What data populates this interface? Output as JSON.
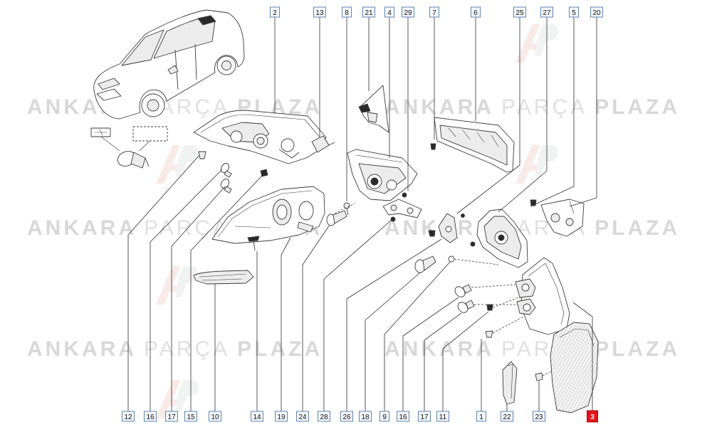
{
  "diagram": {
    "top_callouts": [
      "2",
      "13",
      "8",
      "21",
      "4",
      "29",
      "7",
      "6",
      "25",
      "27",
      "5",
      "20"
    ],
    "bottom_callouts": [
      "12",
      "16",
      "17",
      "15",
      "10",
      "14",
      "19",
      "24",
      "28",
      "26",
      "18",
      "9",
      "16",
      "17",
      "11",
      "1",
      "22",
      "23"
    ],
    "selected_callout": "3",
    "highlight_color": "#e3141c",
    "callout_border": "#5f86b3"
  },
  "watermark": {
    "word1": "ANKARA",
    "word2": "PARÇA",
    "word3": "PLAZA"
  }
}
